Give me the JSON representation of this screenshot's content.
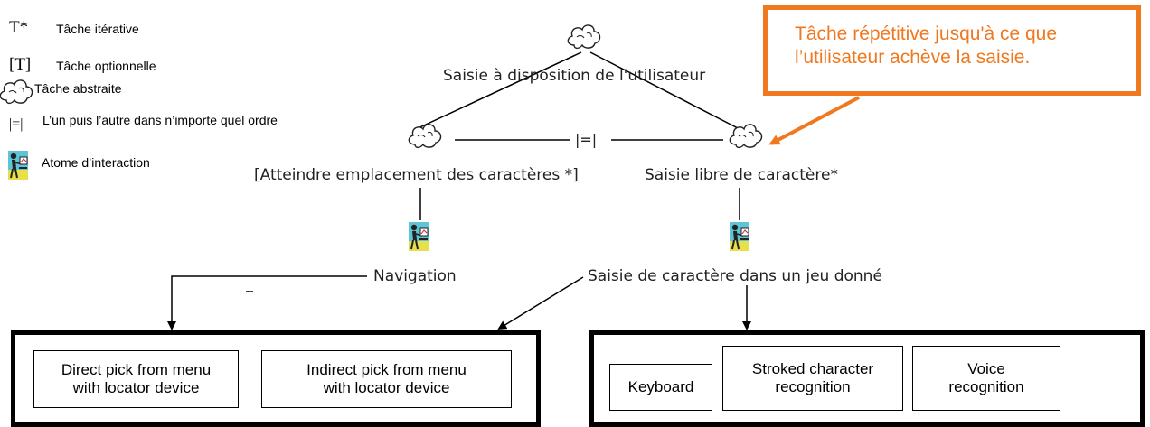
{
  "legend": [
    {
      "symbol": "T*",
      "label": "Tâche itérative"
    },
    {
      "symbol": "[T]",
      "label": "Tâche optionnelle"
    },
    {
      "symbol": "cloud-icon",
      "label": "Tâche abstraite"
    },
    {
      "symbol": "|=|",
      "label": "L’un puis l’autre dans n’importe quel ordre"
    },
    {
      "symbol": "interaction-atom-icon",
      "label": "Atome d’interaction"
    }
  ],
  "tree": {
    "root": "Saisie à disposition de l'utilisateur",
    "operator": "|=|",
    "left_task": "[Atteindre emplacement des caractères *]",
    "right_task": "Saisie libre de caractère*",
    "left_atom": "Navigation",
    "right_atom": "Saisie de caractère dans un jeu donné"
  },
  "callout": {
    "text": "Tâche répétitive jusqu'à ce que\nl’utilisateur achève la saisie.",
    "color": "#f07920"
  },
  "left_group": {
    "items": [
      "Direct pick from menu\nwith locator device",
      "Indirect pick from menu\nwith locator device"
    ]
  },
  "right_group": {
    "items": [
      "Keyboard",
      "Stroked character\nrecognition",
      "Voice\nrecognition"
    ]
  }
}
